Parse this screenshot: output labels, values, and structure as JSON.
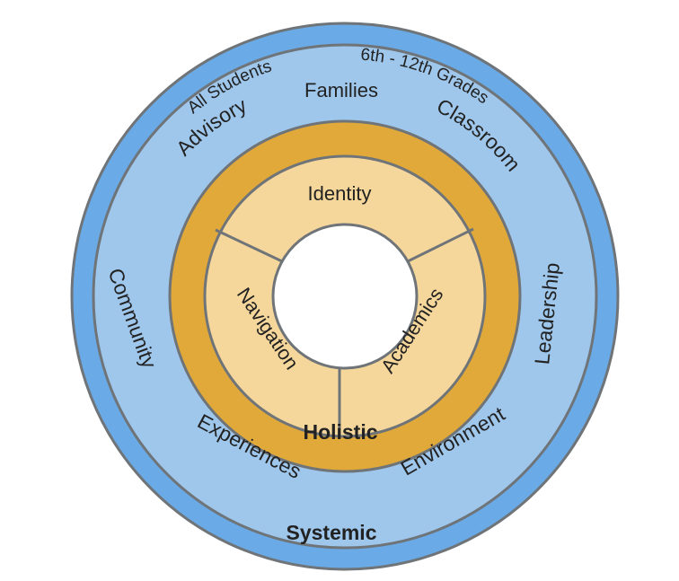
{
  "diagram": {
    "outer_ring": {
      "top_labels": [
        "All Students",
        "6th - 12th Grades"
      ],
      "bottom_label": "Systemic",
      "color": "#6aaae6"
    },
    "middle_ring": {
      "labels": {
        "families": "Families",
        "classroom": "Classroom",
        "advisory": "Advisory",
        "community": "Community",
        "leadership": "Leadership",
        "experiences": "Experiences",
        "environment": "Environment"
      },
      "color": "#9fc7ec"
    },
    "gold_ring": {
      "bottom_label": "Holistic",
      "color": "#e1a93a"
    },
    "inner_ring": {
      "segments": {
        "identity": "Identity",
        "navigation": "Navigation",
        "academics": "Academics"
      },
      "color": "#f6d79b"
    },
    "stroke_color": "#6f7478"
  }
}
